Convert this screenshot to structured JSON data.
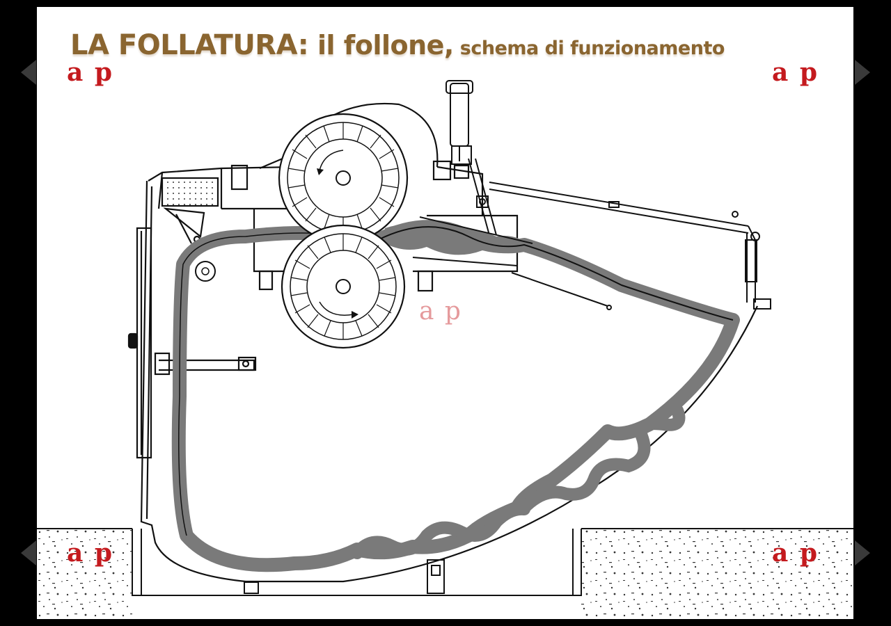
{
  "title": {
    "part1": "LA FOLLATURA:",
    "part2": " il follone,",
    "part3": " schema di funzionamento"
  },
  "watermark": {
    "text": "a p"
  },
  "colors": {
    "title": "#8a6530",
    "watermark": "#c41a1e",
    "fabric": "#7a7a7a",
    "line": "#111111"
  },
  "icons": {
    "nav_prev": "triangle-left",
    "nav_next": "triangle-right"
  }
}
